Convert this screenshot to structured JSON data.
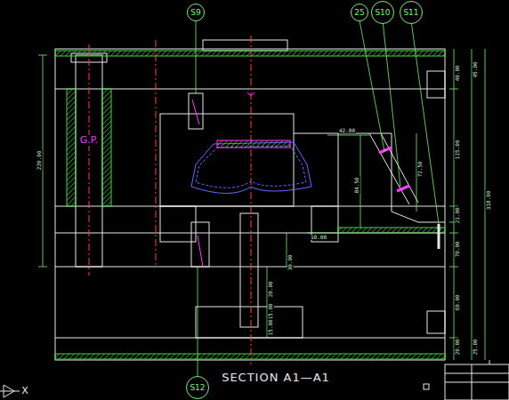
{
  "diagram": {
    "caption": "SECTION A1—A1",
    "nodes": [
      {
        "text": [
          "S9"
        ]
      },
      {
        "text": [
          "25"
        ]
      },
      {
        "text": [
          "S10"
        ]
      },
      {
        "text": [
          "S11"
        ]
      },
      {
        "text": [
          "S12"
        ]
      }
    ],
    "labels": [
      "G.P.",
      "220.00",
      "40.00",
      "45.00",
      "115.00",
      "318.00",
      "21.00",
      "70.00",
      "60.00",
      "20.00",
      "25.00",
      "42.00",
      "72.50",
      "84.50",
      "10.00",
      "30.00",
      "20.00",
      "15.00",
      "15.00",
      "X"
    ]
  }
}
